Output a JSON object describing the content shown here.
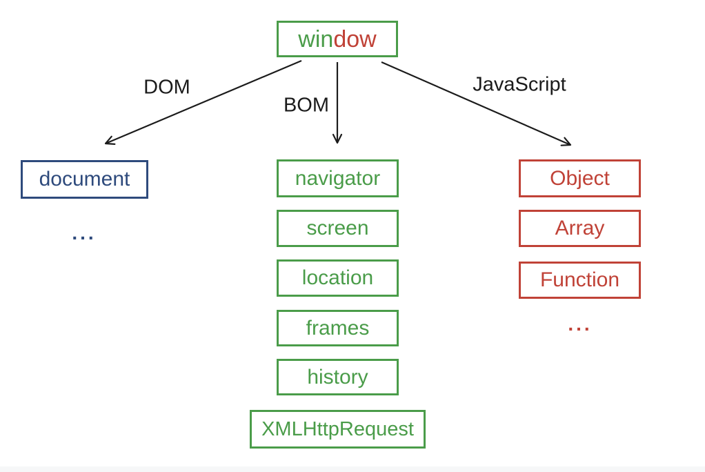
{
  "root": {
    "label": "window",
    "part_green": "win",
    "part_red": "dow"
  },
  "branches": {
    "dom_label": "DOM",
    "bom_label": "BOM",
    "js_label": "JavaScript"
  },
  "dom_column": {
    "items": [
      "document"
    ],
    "more": "..."
  },
  "bom_column": {
    "items": [
      "navigator",
      "screen",
      "location",
      "frames",
      "history",
      "XMLHttpRequest"
    ]
  },
  "js_column": {
    "items": [
      "Object",
      "Array",
      "Function"
    ],
    "more": "..."
  },
  "colors": {
    "green": "#4a9c49",
    "red": "#c04237",
    "blue": "#2e4a7c",
    "arrow": "#1b1b1b",
    "background": "#ffffff"
  }
}
